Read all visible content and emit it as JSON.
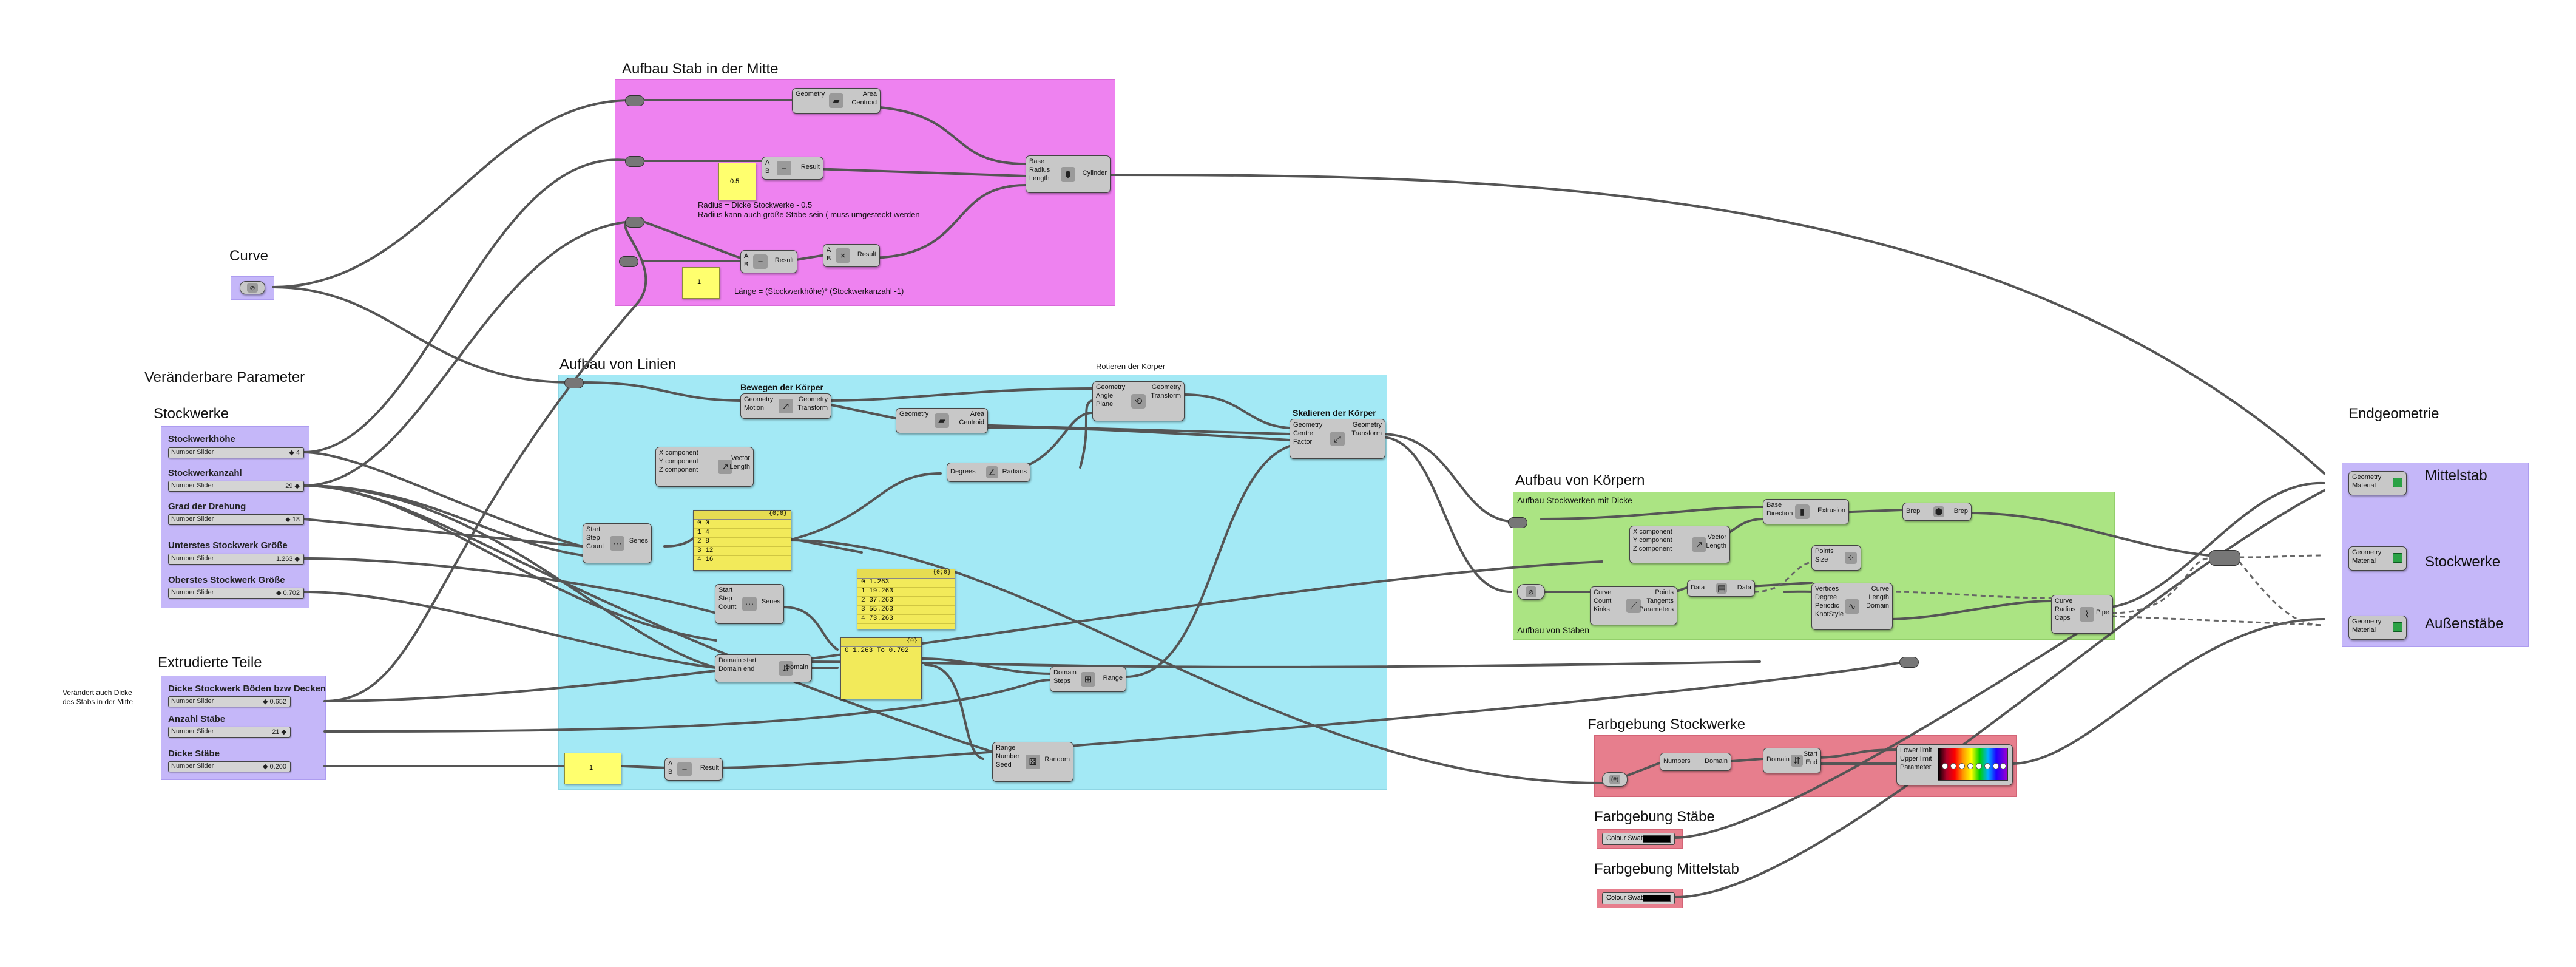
{
  "groups": {
    "stab_mitte": {
      "title": "Aufbau Stab in der Mitte",
      "color": "#ee82f0"
    },
    "linien": {
      "title": "Aufbau von Linien",
      "color": "#a3e9f5"
    },
    "koerper": {
      "title": "Aufbau von Körpern",
      "color": "#abe483",
      "sub_top": "Aufbau Stockwerken mit Dicke",
      "sub_bottom": "Aufbau von Stäben"
    },
    "farbgebung": {
      "title": "Farbgebung Stockwerke",
      "color": "#e77e8d"
    },
    "farb_staebe": {
      "title": "Farbgebung Stäbe"
    },
    "farb_mittelstab": {
      "title": "Farbgebung Mittelstab"
    },
    "stockwerke": {
      "title": "Stockwerke",
      "color": "#c5b7f9"
    },
    "extrudierte": {
      "title": "Extrudierte Teile",
      "color": "#c5b7f9"
    },
    "endgeometrie": {
      "title": "Endgeometrie",
      "color": "#c5b7f9"
    }
  },
  "labels": {
    "curve": "Curve",
    "veraenderbare": "Veränderbare Parameter",
    "bewegen": "Bewegen der Körper",
    "rotieren": "Rotieren der Körper",
    "skalieren": "Skalieren der Körper",
    "note_radius1": "Radius = Dicke Stockwerke - 0.5",
    "note_radius2": "Radius kann auch größe Stäbe sein ( muss umgesteckt werden",
    "note_laenge": "Länge = (Stockwerkhöhe)* (Stockwerkanzahl -1)",
    "note_dicke1": "Verändert auch Dicke",
    "note_dicke2": "des Stabs in der Mitte"
  },
  "params": [
    {
      "label": "Stockwerkhöhe",
      "slider": "Number Slider",
      "value": "◆ 4"
    },
    {
      "label": "Stockwerkanzahl",
      "slider": "Number Slider",
      "value": "29 ◆"
    },
    {
      "label": "Grad der Drehung",
      "slider": "Number Slider",
      "value": "◆ 18"
    },
    {
      "label": "Unterstes Stockwerk Größe",
      "slider": "Number Slider",
      "value": "1.263 ◆"
    },
    {
      "label": "Oberstes Stockwerk Größe",
      "slider": "Number Slider",
      "value": "◆ 0.702"
    }
  ],
  "extruded": [
    {
      "label": "Dicke Stockwerk Böden bzw Decken",
      "slider": "Number Slider",
      "value": "◆ 0.652"
    },
    {
      "label": "Anzahl Stäbe",
      "slider": "Number Slider",
      "value": "21 ◆"
    },
    {
      "label": "Dicke Stäbe",
      "slider": "Number Slider",
      "value": "◆ 0.200"
    }
  ],
  "components": {
    "area1": {
      "ins": [
        "Geometry"
      ],
      "outs": [
        "Area",
        "Centroid"
      ]
    },
    "sub1": {
      "ins": [
        "A",
        "B"
      ],
      "outs": [
        "Result"
      ],
      "icon": "−"
    },
    "cyl": {
      "ins": [
        "Base",
        "Radius",
        "Length"
      ],
      "outs": [
        "Cylinder"
      ]
    },
    "sub2": {
      "ins": [
        "A",
        "B"
      ],
      "outs": [
        "Result"
      ],
      "icon": "−"
    },
    "mul": {
      "ins": [
        "A",
        "B"
      ],
      "outs": [
        "Result"
      ],
      "icon": "×"
    },
    "move": {
      "ins": [
        "Geometry",
        "Motion"
      ],
      "outs": [
        "Geometry",
        "Transform"
      ]
    },
    "area2": {
      "ins": [
        "Geometry"
      ],
      "outs": [
        "Area",
        "Centroid"
      ]
    },
    "rotate": {
      "ins": [
        "Geometry",
        "Angle",
        "Plane"
      ],
      "outs": [
        "Geometry",
        "Transform"
      ]
    },
    "scale": {
      "ins": [
        "Geometry",
        "Centre",
        "Factor"
      ],
      "outs": [
        "Geometry",
        "Transform"
      ]
    },
    "vecxyz1": {
      "ins": [
        "X component",
        "Y component",
        "Z component"
      ],
      "outs": [
        "Vector",
        "Length"
      ]
    },
    "series1": {
      "ins": [
        "Start",
        "Step",
        "Count"
      ],
      "outs": [
        "Series"
      ]
    },
    "radians": {
      "ins": [
        "Degrees"
      ],
      "outs": [
        "Radians"
      ]
    },
    "series2": {
      "ins": [
        "Start",
        "Step",
        "Count"
      ],
      "outs": [
        "Series"
      ]
    },
    "construct_domain": {
      "ins": [
        "Domain start",
        "Domain end"
      ],
      "outs": [
        "Domain"
      ]
    },
    "range": {
      "ins": [
        "Domain",
        "Steps"
      ],
      "outs": [
        "Range"
      ]
    },
    "random": {
      "ins": [
        "Range",
        "Number",
        "Seed"
      ],
      "outs": [
        "Random"
      ]
    },
    "sub3": {
      "ins": [
        "A",
        "B"
      ],
      "outs": [
        "Result"
      ],
      "icon": "−"
    },
    "extrusion": {
      "ins": [
        "Base",
        "Direction"
      ],
      "outs": [
        "Extrusion"
      ]
    },
    "vecxyz2": {
      "ins": [
        "X component",
        "Y component",
        "Z component"
      ],
      "outs": [
        "Vector",
        "Length"
      ]
    },
    "brep": {
      "ins": [
        "Brep"
      ],
      "outs": [
        "Brep"
      ]
    },
    "divide": {
      "ins": [
        "Curve",
        "Count",
        "Kinks"
      ],
      "outs": [
        "Points",
        "Tangents",
        "Parameters"
      ]
    },
    "data": {
      "ins": [
        "Data"
      ],
      "outs": [
        "Data"
      ]
    },
    "points": {
      "ins": [
        "Points",
        "Size"
      ],
      "outs": []
    },
    "interp": {
      "ins": [
        "Vertices",
        "Degree",
        "Periodic",
        "KnotStyle"
      ],
      "outs": [
        "Curve",
        "Length",
        "Domain"
      ]
    },
    "pipe": {
      "ins": [
        "Curve",
        "Radius",
        "Caps"
      ],
      "outs": [
        "Pipe"
      ]
    },
    "bounds": {
      "ins": [
        "Numbers"
      ],
      "outs": [
        "Domain"
      ]
    },
    "deconstruct_domain": {
      "ins": [
        "Domain"
      ],
      "outs": [
        "Start",
        "End"
      ]
    },
    "gradient": {
      "ins": [
        "Lower limit",
        "Upper limit",
        "Parameter"
      ],
      "outs": []
    },
    "preview1": {
      "ins": [
        "Geometry",
        "Material"
      ],
      "label": "Mittelstab"
    },
    "preview2": {
      "ins": [
        "Geometry",
        "Material"
      ],
      "label": "Stockwerke"
    },
    "preview3": {
      "ins": [
        "Geometry",
        "Material"
      ],
      "label": "Außenstäbe"
    }
  },
  "panels": {
    "yellow_05": "0.5",
    "yellow_1a": "1",
    "yellow_1b": "1",
    "panel1": {
      "header": "{0;0}",
      "rows": [
        "0  0",
        "1  4",
        "2  8",
        "3  12",
        "4  16"
      ]
    },
    "panel2": {
      "header": "{0;0}",
      "rows": [
        "0  1.263",
        "1  19.263",
        "2  37.263",
        "3  55.263",
        "4  73.263"
      ]
    },
    "panel3": {
      "header": "{0}",
      "rows": [
        "0  1.263 To 0.702"
      ]
    }
  },
  "swatches": {
    "label": "Colour Swatch",
    "color": "#000000"
  }
}
